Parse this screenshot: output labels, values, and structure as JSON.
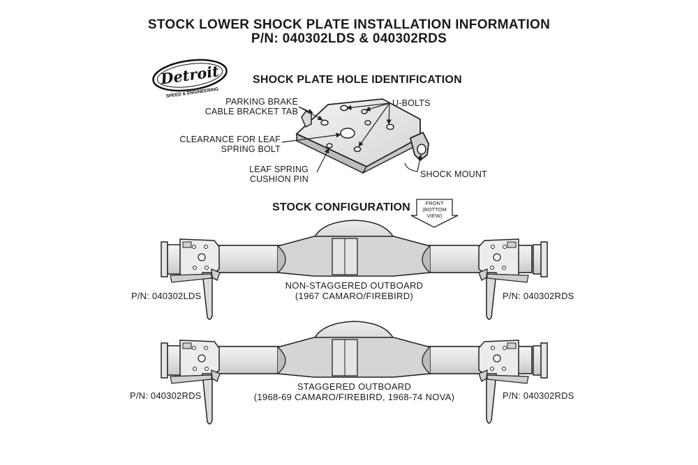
{
  "header": {
    "title_line1": "STOCK LOWER SHOCK PLATE INSTALLATION INFORMATION",
    "title_line2": "P/N: 040302LDS & 040302RDS"
  },
  "logo": {
    "wordmark": "Detroit",
    "tagline": "SPEED & ENGINEERING"
  },
  "hole_id": {
    "heading": "SHOCK PLATE HOLE IDENTIFICATION",
    "labels": {
      "parking_brake_1": "PARKING BRAKE",
      "parking_brake_2": "CABLE BRACKET TAB",
      "clearance_1": "CLEARANCE FOR LEAF",
      "clearance_2": "SPRING BOLT",
      "cushion_1": "LEAF SPRING",
      "cushion_2": "CUSHION PIN",
      "u_bolts": "U-BOLTS",
      "shock_mount": "SHOCK MOUNT"
    }
  },
  "stock_config": {
    "heading": "STOCK CONFIGURATION",
    "front_arrow": [
      "FRONT",
      "(BOTTOM",
      "VIEW)"
    ]
  },
  "axles": [
    {
      "caption_1": "NON-STAGGERED OUTBOARD",
      "caption_2": "(1967 CAMARO/FIREBIRD)",
      "left_pn": "P/N: 040302LDS",
      "right_pn": "P/N: 040302RDS"
    },
    {
      "caption_1": "STAGGERED OUTBOARD",
      "caption_2": "(1968-69 CAMARO/FIREBIRD, 1968-74 NOVA)",
      "left_pn": "P/N: 040302RDS",
      "right_pn": "P/N: 040302RDS"
    }
  ]
}
